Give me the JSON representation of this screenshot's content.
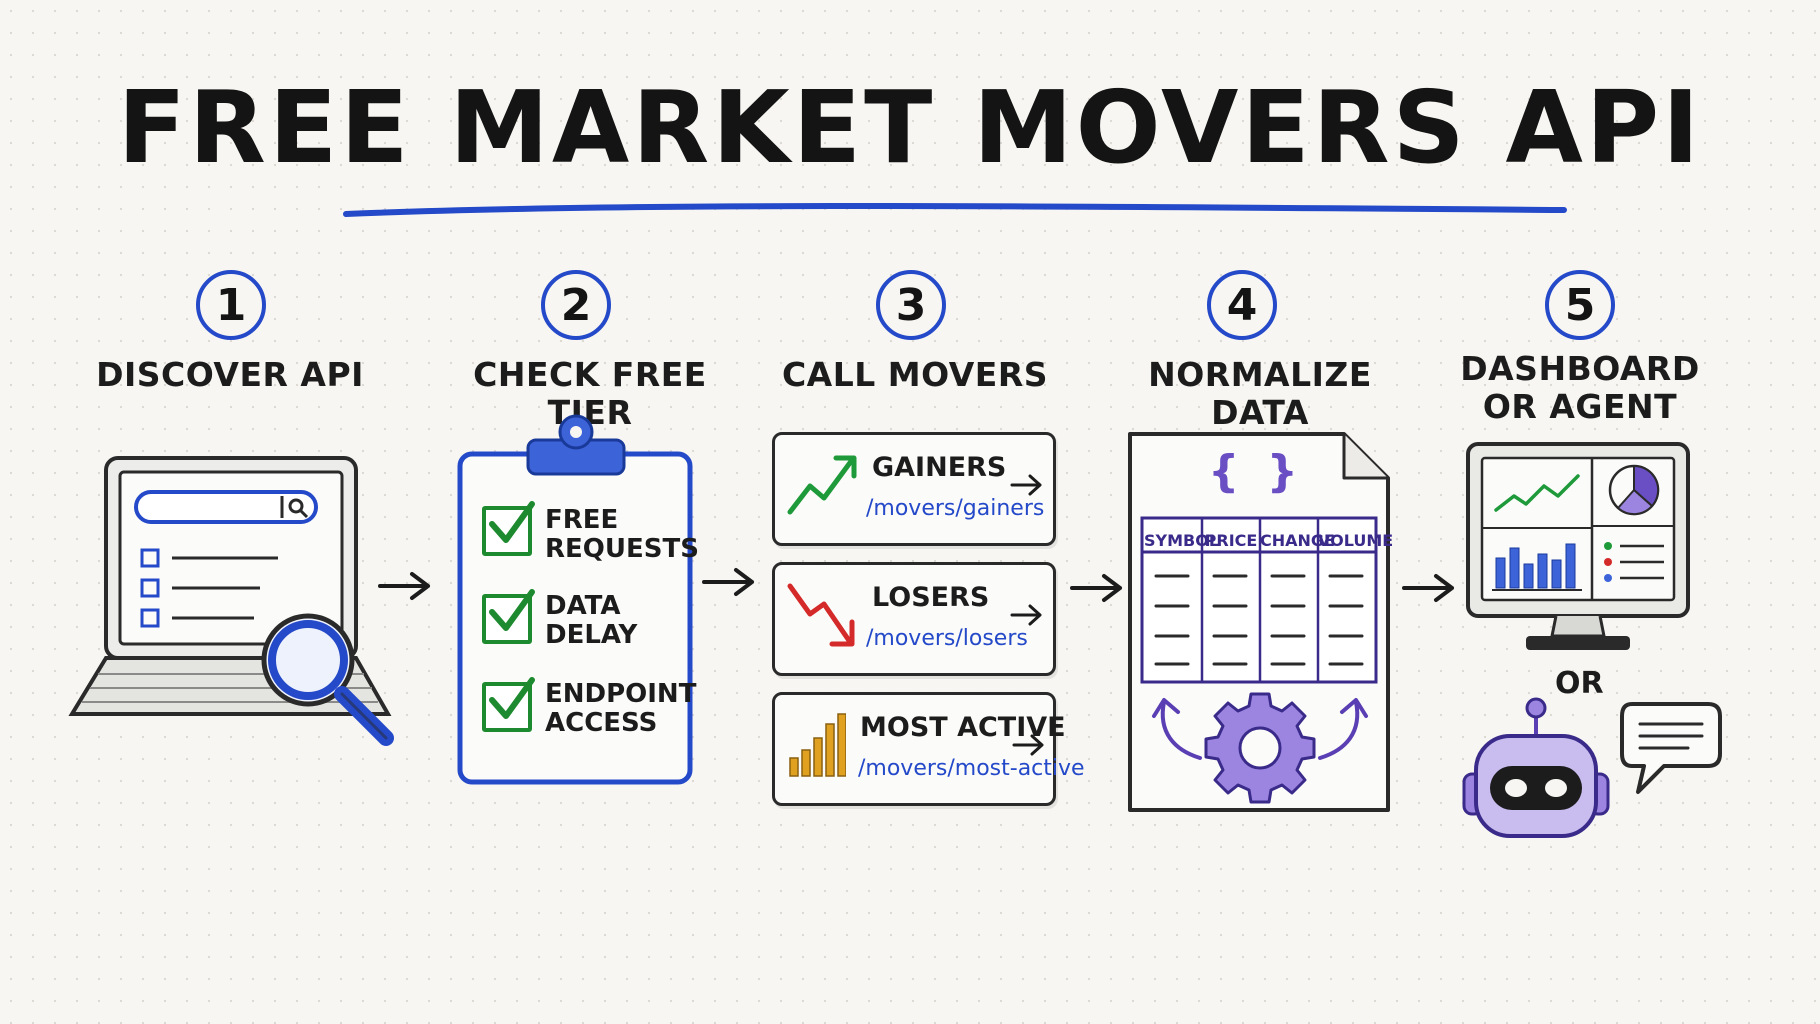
{
  "title": "FREE MARKET MOVERS API",
  "colors": {
    "accent_blue": "#2449c9",
    "check_green": "#1e8a2f",
    "purple": "#6a4fc4",
    "up_green": "#1e9a3a",
    "down_red": "#d42a2a",
    "active_gold": "#e0a020"
  },
  "steps": [
    {
      "number": "1",
      "label": "DISCOVER API"
    },
    {
      "number": "2",
      "label": "CHECK FREE TIER"
    },
    {
      "number": "3",
      "label": "CALL MOVERS"
    },
    {
      "number": "4",
      "label": "NORMALIZE DATA"
    },
    {
      "number": "5",
      "label_line1": "DASHBOARD",
      "label_line2": "OR AGENT"
    }
  ],
  "free_tier": [
    {
      "line1": "FREE",
      "line2": "REQUESTS"
    },
    {
      "line1": "DATA",
      "line2": "DELAY"
    },
    {
      "line1": "ENDPOINT",
      "line2": "ACCESS"
    }
  ],
  "movers": [
    {
      "name": "GAINERS",
      "path": "/movers/gainers"
    },
    {
      "name": "LOSERS",
      "path": "/movers/losers"
    },
    {
      "name": "MOST ACTIVE",
      "path": "/movers/most-active"
    }
  ],
  "normalize": {
    "braces": "{ }",
    "columns": [
      "SYMBOL",
      "PRICE",
      "CHANGE",
      "VOLUME"
    ]
  },
  "or_label": "OR",
  "icons": [
    "laptop-icon",
    "magnifier-icon",
    "clipboard-icon",
    "checkbox-icon",
    "trend-up-icon",
    "trend-down-icon",
    "bar-chart-icon",
    "arrow-right-icon",
    "document-icon",
    "gear-icon",
    "monitor-icon",
    "pie-chart-icon",
    "robot-icon",
    "chat-bubble-icon"
  ]
}
